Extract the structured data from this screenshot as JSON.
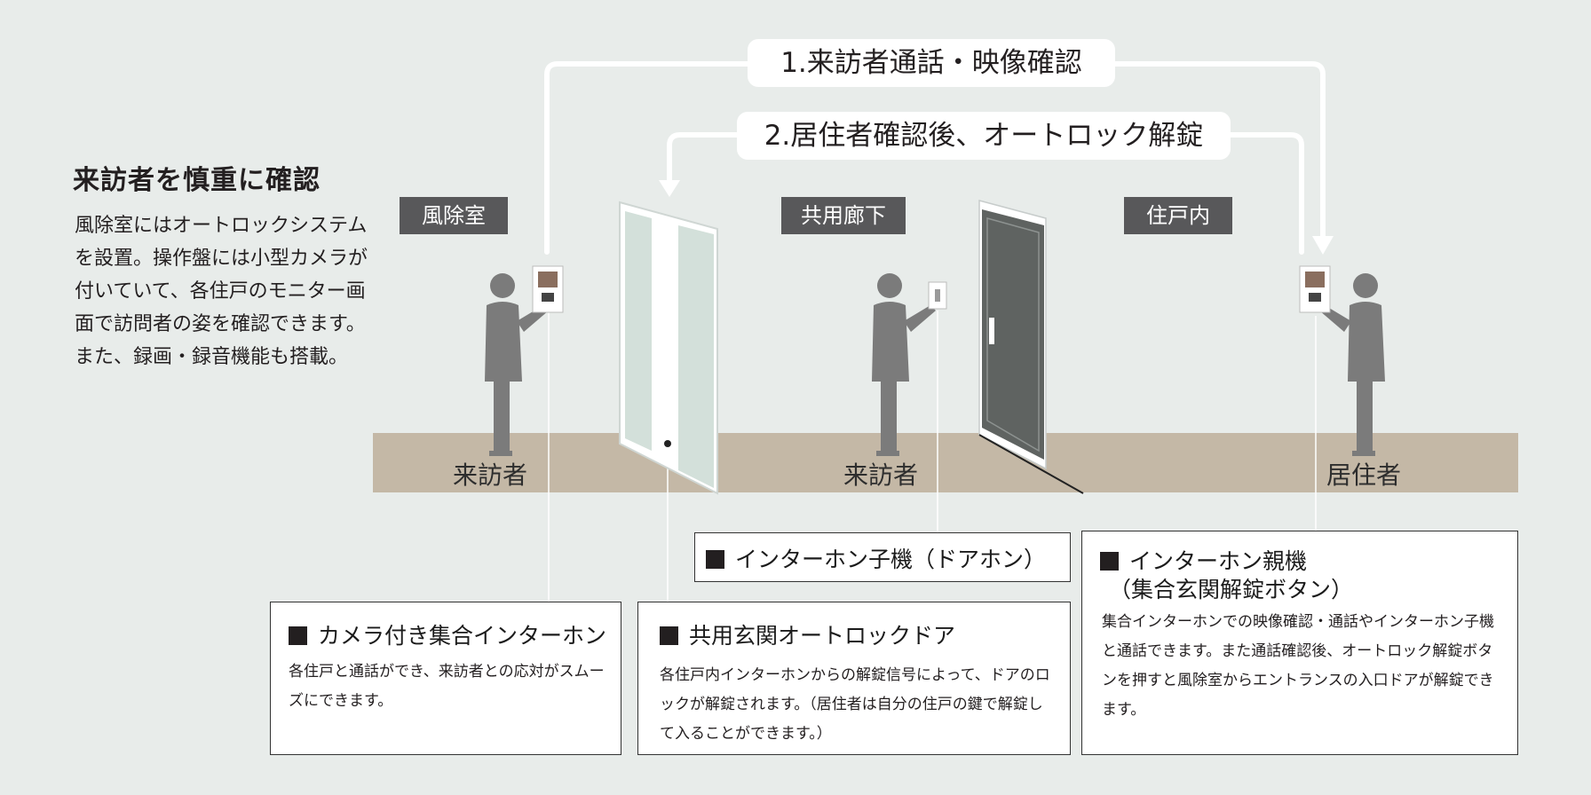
{
  "intro": {
    "title": "来訪者を慎重に確認",
    "body": "風除室にはオートロックシステムを設置。操作盤には小型カメラが付いていて、各住戸のモニター画面で訪問者の姿を確認できます。また、録画・録音機能も搭載。"
  },
  "steps": {
    "step1": "1.来訪者通話・映像確認",
    "step2": "2.居住者確認後、オートロック解錠"
  },
  "zones": {
    "windbreak": "風除室",
    "corridor": "共用廊下",
    "unit": "住戸内"
  },
  "people": {
    "visitor_entrance": "来訪者",
    "visitor_corridor": "来訪者",
    "resident": "居住者"
  },
  "callouts": {
    "door_phone": {
      "title": "インターホン子機（ドアホン）"
    },
    "master_unit": {
      "title": "インターホン親機",
      "subtitle": "（集合玄関解錠ボタン）",
      "text": "集合インターホンでの映像確認・通話やインターホン子機と通話できます。また通話確認後、オートロック解錠ボタンを押すと風除室からエントランスの入口ドアが解錠できます。"
    },
    "camera_intercom": {
      "title": "カメラ付き集合インターホン",
      "text": "各住戸と通話ができ、来訪者との応対がスムーズにできます。"
    },
    "autolock_door": {
      "title": "共用玄関オートロックドア",
      "text": "各住戸内インターホンからの解錠信号によって、ドアのロックが解錠されます。（居住者は自分の住戸の鍵で解錠して入ることができます。）"
    }
  },
  "colors": {
    "background": "#e8ecea",
    "floor": "#c4b8a6",
    "figure": "#7b7b7b",
    "tag": "#58585a",
    "door_dark": "#5f6361",
    "glass": "#d3e0da"
  }
}
